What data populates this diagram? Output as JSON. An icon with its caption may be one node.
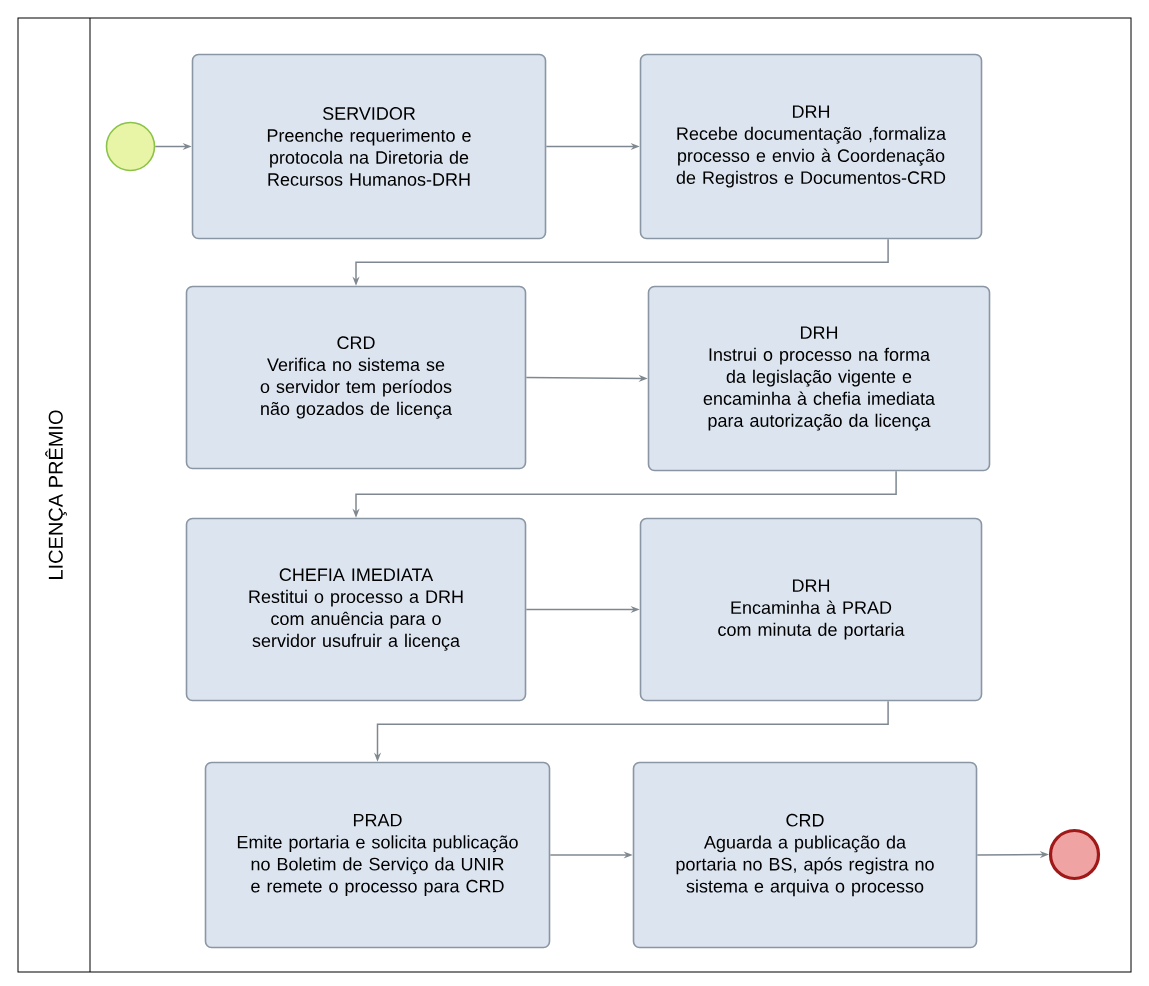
{
  "diagram": {
    "nodes": [
      {
        "text": [
          "LICENÇA PRÊMIO"
        ]
      },
      {
        "text": [],
        "shape": "circle",
        "in": 0
      },
      {
        "text": [
          "SERVIDOR",
          "Preenche requerimento e protocola na Diretoria de Recursos Humanos-DRH"
        ],
        "in": 0
      },
      {
        "text": [
          "DRH",
          "Recebe documentação ,formaliza processo e  envio à Coordenação de Registros e Documentos-CRD"
        ],
        "in": 0
      },
      {
        "text": [
          "CRD",
          "Verifica no sistema se o servidor tem períodos  não gozados de licença"
        ],
        "in": 0
      },
      {
        "text": [
          "DRH",
          "Instrui o processo na forma da legislação vigente e encaminha à chefia imediata para autorização da licença"
        ],
        "in": 0
      },
      {
        "text": [
          "CHEFIA IMEDIATA",
          "Restitui o processo a DRH com anuência para o servidor usufruir a licença"
        ],
        "in": 0
      },
      {
        "text": [
          "DRH",
          "Encaminha à PRAD com minuta de portaria"
        ],
        "in": 0
      },
      {
        "text": [
          "PRAD",
          "Emite portaria e solicita publicação no Boletim de Serviço da UNIR e remete o processo para CRD"
        ],
        "in": 0
      },
      {
        "text": [
          "CRD",
          "Aguarda a publicação da portaria no BS, após registra no sistema e arquiva o processo"
        ],
        "in": 0
      },
      {
        "text": [],
        "shape": "circle",
        "in": 0
      }
    ],
    "edges": [
      {
        "from": 1,
        "to": 2,
        "arrow": "to"
      },
      {
        "from": 2,
        "to": 3,
        "arrow": "to"
      },
      {
        "from": 3,
        "to": 4,
        "arrow": "to"
      },
      {
        "from": 4,
        "to": 5,
        "arrow": "to"
      },
      {
        "from": 5,
        "to": 6,
        "arrow": "to"
      },
      {
        "from": 6,
        "to": 7,
        "arrow": "to"
      },
      {
        "from": 7,
        "to": 8,
        "arrow": "to"
      },
      {
        "from": 8,
        "to": 9,
        "arrow": "to"
      },
      {
        "from": 9,
        "to": 10,
        "arrow": "to"
      }
    ]
  }
}
